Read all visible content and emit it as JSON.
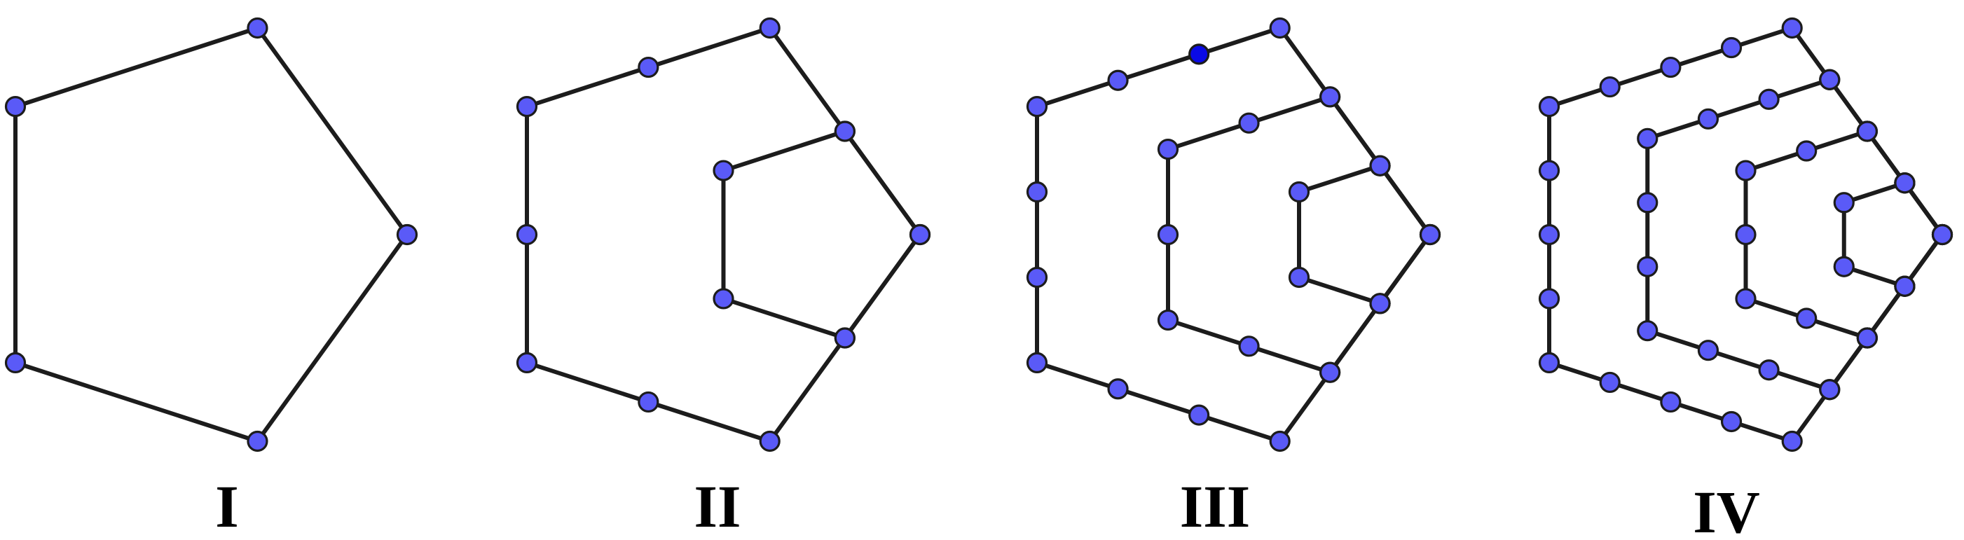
{
  "figure": {
    "panels": [
      {
        "label": "I",
        "rings": 1
      },
      {
        "label": "II",
        "rings": 2
      },
      {
        "label": "III",
        "rings": 3
      },
      {
        "label": "IV",
        "rings": 4
      }
    ]
  },
  "colors": {
    "edge": "#1c1c1c",
    "node_fill": "#5a5af7",
    "node_highlight": "#0a0ae6",
    "label": "#000000"
  }
}
